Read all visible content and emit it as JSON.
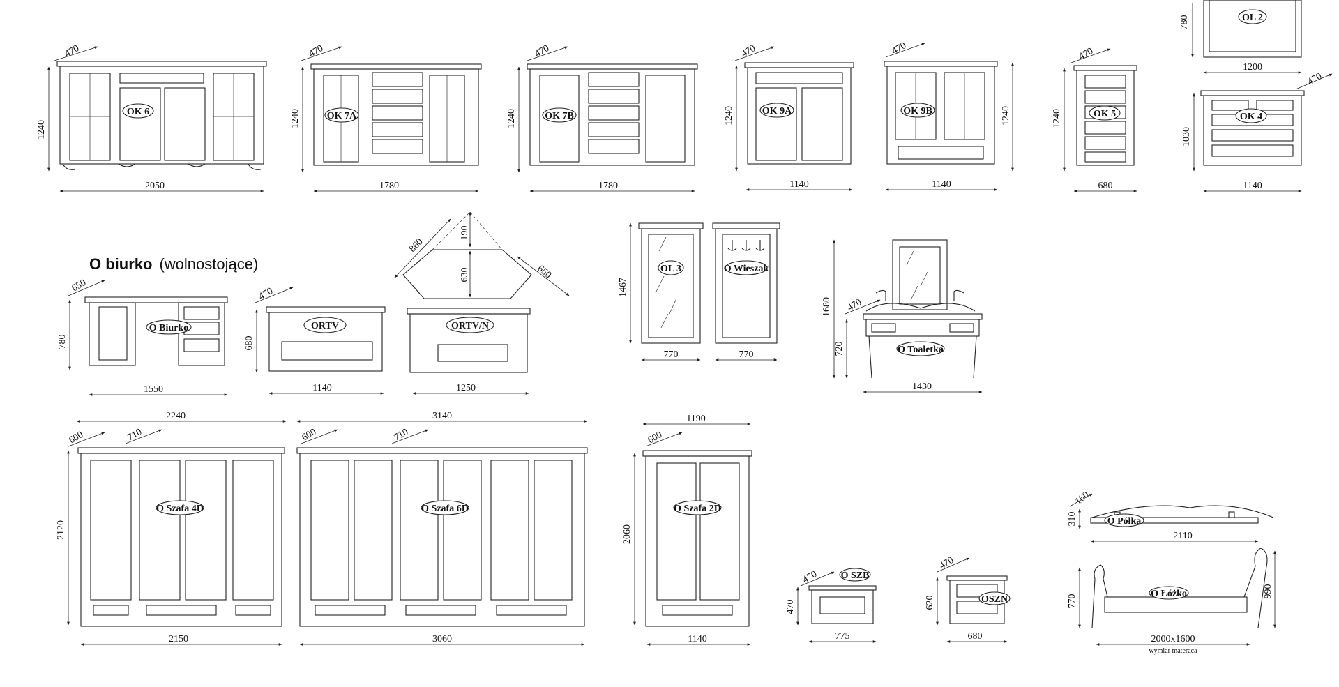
{
  "heading": {
    "bold": "O biurko",
    "light": "(wolnostojące)"
  },
  "items": {
    "ok6": {
      "label": "OK 6",
      "w": "2050",
      "h": "1240",
      "d": "470"
    },
    "ok7a": {
      "label": "OK 7A",
      "w": "1780",
      "h": "1240",
      "d": "470"
    },
    "ok7b": {
      "label": "OK 7B",
      "w": "1780",
      "h": "1240",
      "d": "470"
    },
    "ok9a": {
      "label": "OK 9A",
      "w": "1140",
      "h": "1240",
      "d": "470"
    },
    "ok9b": {
      "label": "OK 9B",
      "w": "1140",
      "h": "1240",
      "d": "470"
    },
    "ok5": {
      "label": "OK 5",
      "w": "680",
      "h": "1240",
      "d": "470"
    },
    "ol2": {
      "label": "OL 2",
      "w": "1200",
      "h": "780"
    },
    "ok4": {
      "label": "OK 4",
      "w": "1140",
      "h": "1030",
      "d": "470"
    },
    "biurko": {
      "label": "O Biurko",
      "w": "1550",
      "h": "780",
      "d": "650"
    },
    "ortv": {
      "label": "ORTV",
      "w": "1140",
      "h": "680",
      "d": "470"
    },
    "ortvn": {
      "label": "ORTV/N",
      "w": "1250",
      "a": "860",
      "b": "650",
      "c": "190",
      "e": "630"
    },
    "ol3": {
      "label": "OL 3",
      "w": "770",
      "h": "1467"
    },
    "wieszak": {
      "label": "O Wieszak",
      "w": "770"
    },
    "toaletka": {
      "label": "O Toaletka",
      "w": "1430",
      "h": "1680",
      "h2": "720",
      "d": "470"
    },
    "szafa4d": {
      "label": "O Szafa 4D",
      "w": "2150",
      "top": "2240",
      "h": "2120",
      "d1": "600",
      "d2": "710"
    },
    "szafa6d": {
      "label": "O Szafa 6D",
      "w": "3060",
      "top": "3140",
      "d1": "600",
      "d2": "710"
    },
    "szafa2d": {
      "label": "O Szafa 2D",
      "w": "1140",
      "top": "1190",
      "h": "2060",
      "d": "600"
    },
    "szb": {
      "label": "O SZB",
      "w": "775",
      "h": "470",
      "d": "470"
    },
    "szn": {
      "label": "OSZN",
      "w": "680",
      "h": "620",
      "d": "470"
    },
    "polka": {
      "label": "O Półka",
      "w": "2110",
      "h": "310",
      "d": "160"
    },
    "lozko": {
      "label": "O Łóżko",
      "w": "2000x1600",
      "note": "wymiar materaca",
      "h1": "770",
      "h2": "990"
    }
  }
}
